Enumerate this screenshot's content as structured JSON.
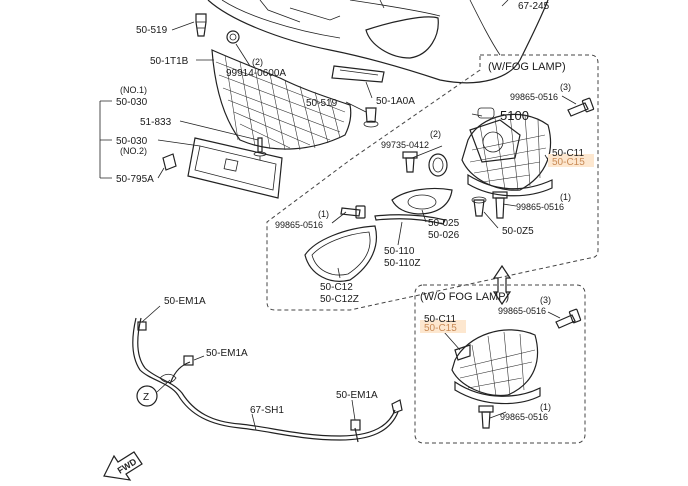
{
  "accent_highlight": "#fde7cf",
  "labels": {
    "p_50_519_top": "50-519",
    "p_67_245": "67-245",
    "p_50_1T1B": "50-1T1B",
    "p_99914_qty": "(2)",
    "p_99914": "99914-0600A",
    "p_50_519_mid": "50-519",
    "p_50_1A0A": "50-1A0A",
    "p_no1": "(NO.1)",
    "p_50_030_a": "50-030",
    "p_51_833": "51-833",
    "p_50_030_b": "50-030",
    "p_no2": "(NO.2)",
    "p_50_795A": "50-795A",
    "fog_header": "(W/FOG LAMP)",
    "p_fog_qty3": "(3)",
    "p_fog_99865_a": "99865-0516",
    "p_5100": "5100",
    "p_fog_qty2": "(2)",
    "p_99735": "99735-0412",
    "p_fog_50C11": "50-C11",
    "p_fog_50C15": "50-C15",
    "p_fog_qty1_b": "(1)",
    "p_fog_99865_b": "99865-0516",
    "p_50_0Z5": "50-0Z5",
    "p_fog_qty1_a": "(1)",
    "p_fog_99865_c": "99865-0516",
    "p_50_025": "50-025",
    "p_50_026": "50-026",
    "p_50_110": "50-110",
    "p_50_110Z": "50-110Z",
    "p_50_C12": "50-C12",
    "p_50_C12Z": "50-C12Z",
    "wo_header": "(W/O FOG LAMP)",
    "p_wo_qty3": "(3)",
    "p_wo_99865_a": "99865-0516",
    "p_wo_50C11": "50-C11",
    "p_wo_50C15": "50-C15",
    "p_wo_qty1": "(1)",
    "p_wo_99865_b": "99865-0516",
    "p_EM1A_a": "50-EM1A",
    "p_EM1A_b": "50-EM1A",
    "p_EM1A_c": "50-EM1A",
    "p_67_SH1": "67-SH1",
    "z_marker": "Z",
    "fwd_arrow": "FWD"
  }
}
